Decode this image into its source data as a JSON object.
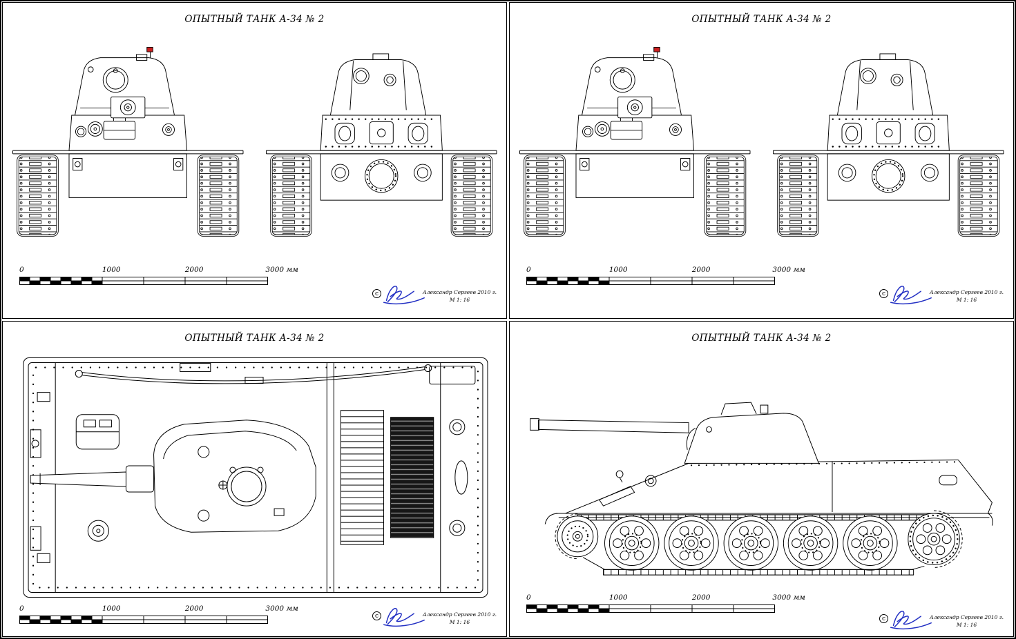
{
  "page": {
    "background": "#ffffff",
    "line_color": "#000000",
    "accent_signature_blue": "#2431c4",
    "accent_red_marker": "#cc2020"
  },
  "panels": [
    {
      "title": "ОПЫТНЫЙ ТАНК А-34 № 2",
      "scale_bar": {
        "labels": [
          "0",
          "1000",
          "2000",
          "3000 мм"
        ]
      },
      "credit": {
        "copyright_symbol": "с",
        "author_line": "Александр Сергеев 2010 г.",
        "scale_note": "М 1: 16"
      }
    },
    {
      "title": "ОПЫТНЫЙ ТАНК А-34 № 2",
      "scale_bar": {
        "labels": [
          "0",
          "1000",
          "2000",
          "3000 мм"
        ]
      },
      "credit": {
        "copyright_symbol": "с",
        "author_line": "Александр Сергеев 2010 г.",
        "scale_note": "М 1: 16"
      }
    },
    {
      "title": "ОПЫТНЫЙ ТАНК А-34 № 2",
      "scale_bar": {
        "labels": [
          "0",
          "1000",
          "2000",
          "3000 мм"
        ]
      },
      "credit": {
        "copyright_symbol": "с",
        "author_line": "Александр Сергеев 2010 г.",
        "scale_note": "М 1: 16"
      }
    },
    {
      "title": "ОПЫТНЫЙ ТАНК А-34 № 2",
      "scale_bar": {
        "labels": [
          "0",
          "1000",
          "2000",
          "3000 мм"
        ]
      },
      "credit": {
        "copyright_symbol": "с",
        "author_line": "Александр Сергеев 2010 г.",
        "scale_note": "М 1: 16"
      }
    }
  ]
}
